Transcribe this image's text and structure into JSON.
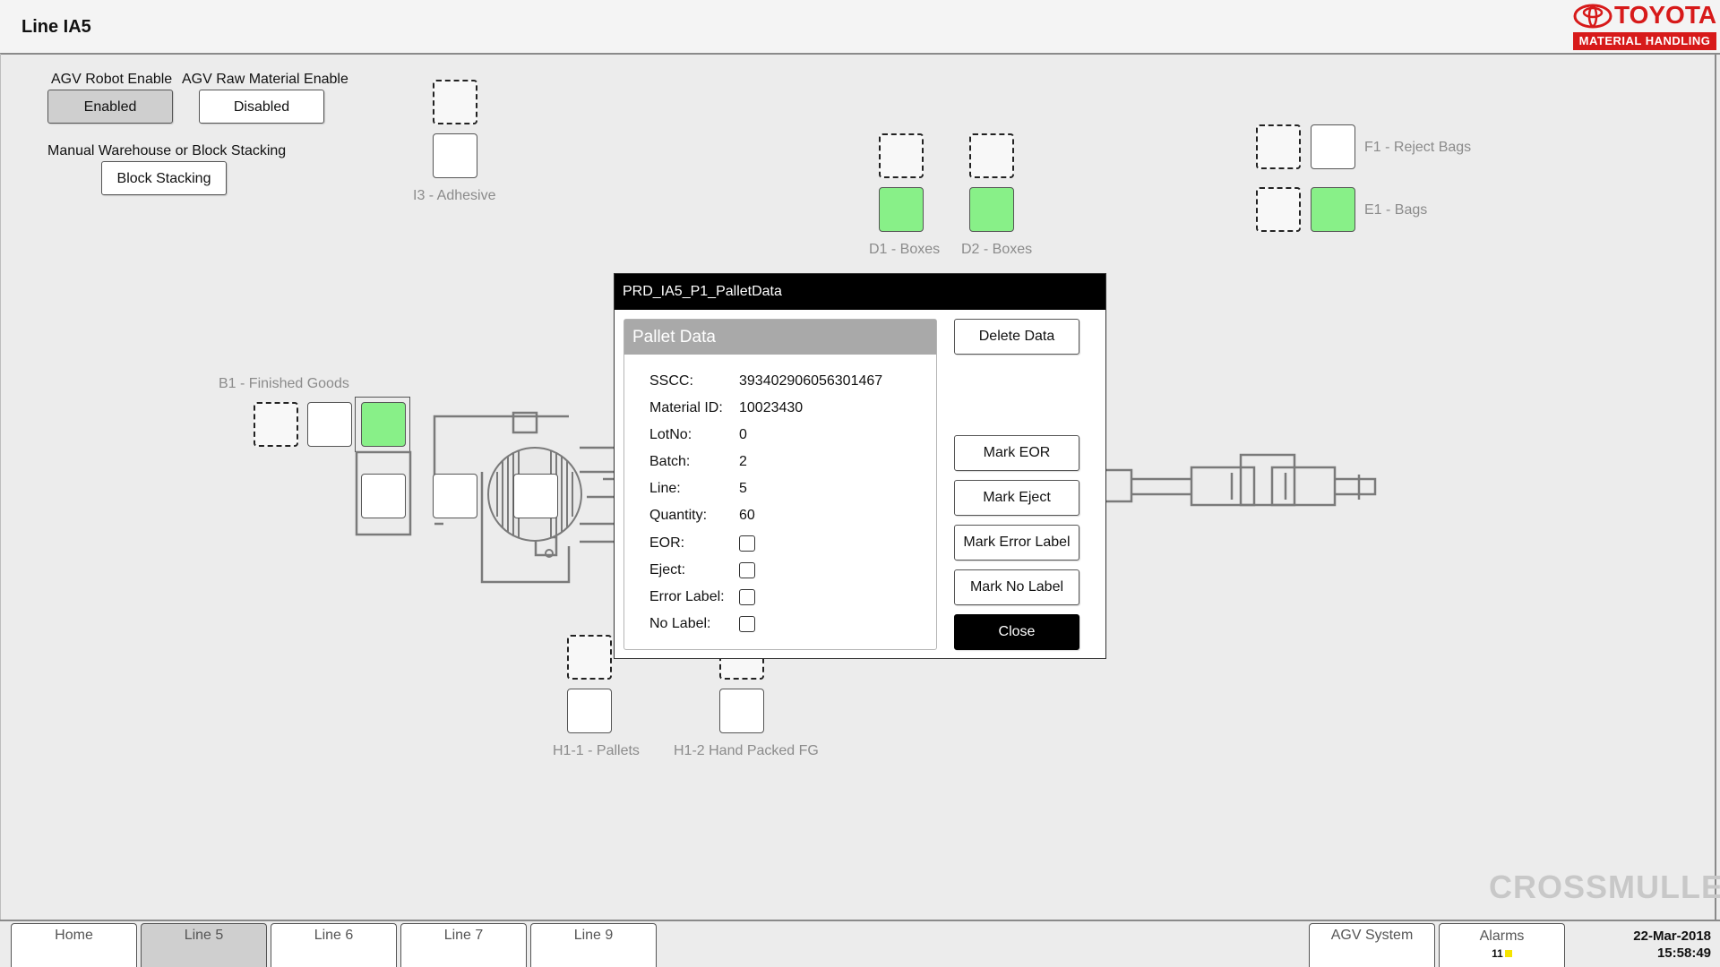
{
  "header": {
    "line_title": "Line IA5",
    "logo_brand": "TOYOTA",
    "logo_subtitle": "MATERIAL HANDLING"
  },
  "controls": {
    "agv_robot_label": "AGV Robot Enable",
    "agv_robot_value": "Enabled",
    "agv_raw_label": "AGV Raw Material Enable",
    "agv_raw_value": "Disabled",
    "manual_label": "Manual Warehouse or Block Stacking",
    "manual_value": "Block Stacking"
  },
  "locations": {
    "i3": "I3 - Adhesive",
    "d1": "D1 - Boxes",
    "d2": "D2 - Boxes",
    "f1": "F1 - Reject Bags",
    "e1": "E1 - Bags",
    "b1": "B1 - Finished Goods",
    "h1_1": "H1-1 - Pallets",
    "h1_2": "H1-2 Hand Packed FG"
  },
  "dialog": {
    "title": "PRD_IA5_P1_PalletData",
    "panel_title": "Pallet Data",
    "fields": [
      {
        "label": "SSCC:",
        "value": "393402906056301467"
      },
      {
        "label": "Material ID:",
        "value": "10023430"
      },
      {
        "label": "LotNo:",
        "value": "0"
      },
      {
        "label": "Batch:",
        "value": "2"
      },
      {
        "label": "Line:",
        "value": "5"
      },
      {
        "label": "Quantity:",
        "value": "60"
      }
    ],
    "checkboxes": [
      {
        "label": "EOR:",
        "checked": false
      },
      {
        "label": "Eject:",
        "checked": false
      },
      {
        "label": "Error Label:",
        "checked": false
      },
      {
        "label": "No Label:",
        "checked": false
      }
    ],
    "buttons": {
      "delete": "Delete Data",
      "mark_eor": "Mark EOR",
      "mark_eject": "Mark Eject",
      "mark_error": "Mark Error Label",
      "mark_no_label": "Mark No Label",
      "close": "Close"
    }
  },
  "footer": {
    "nav": [
      "Home",
      "Line 5",
      "Line 6",
      "Line 7",
      "Line 9"
    ],
    "active_nav": "Line 5",
    "agv_system": "AGV System",
    "alarms_label": "Alarms",
    "alarms_count": "11",
    "date": "22-Mar-2018",
    "time": "15:58:49"
  },
  "watermark": "CROSSMULLER",
  "colors": {
    "occupied_slot": "#88f088",
    "brand_red": "#d71a1a",
    "alarm_indicator": "#f5e400"
  }
}
